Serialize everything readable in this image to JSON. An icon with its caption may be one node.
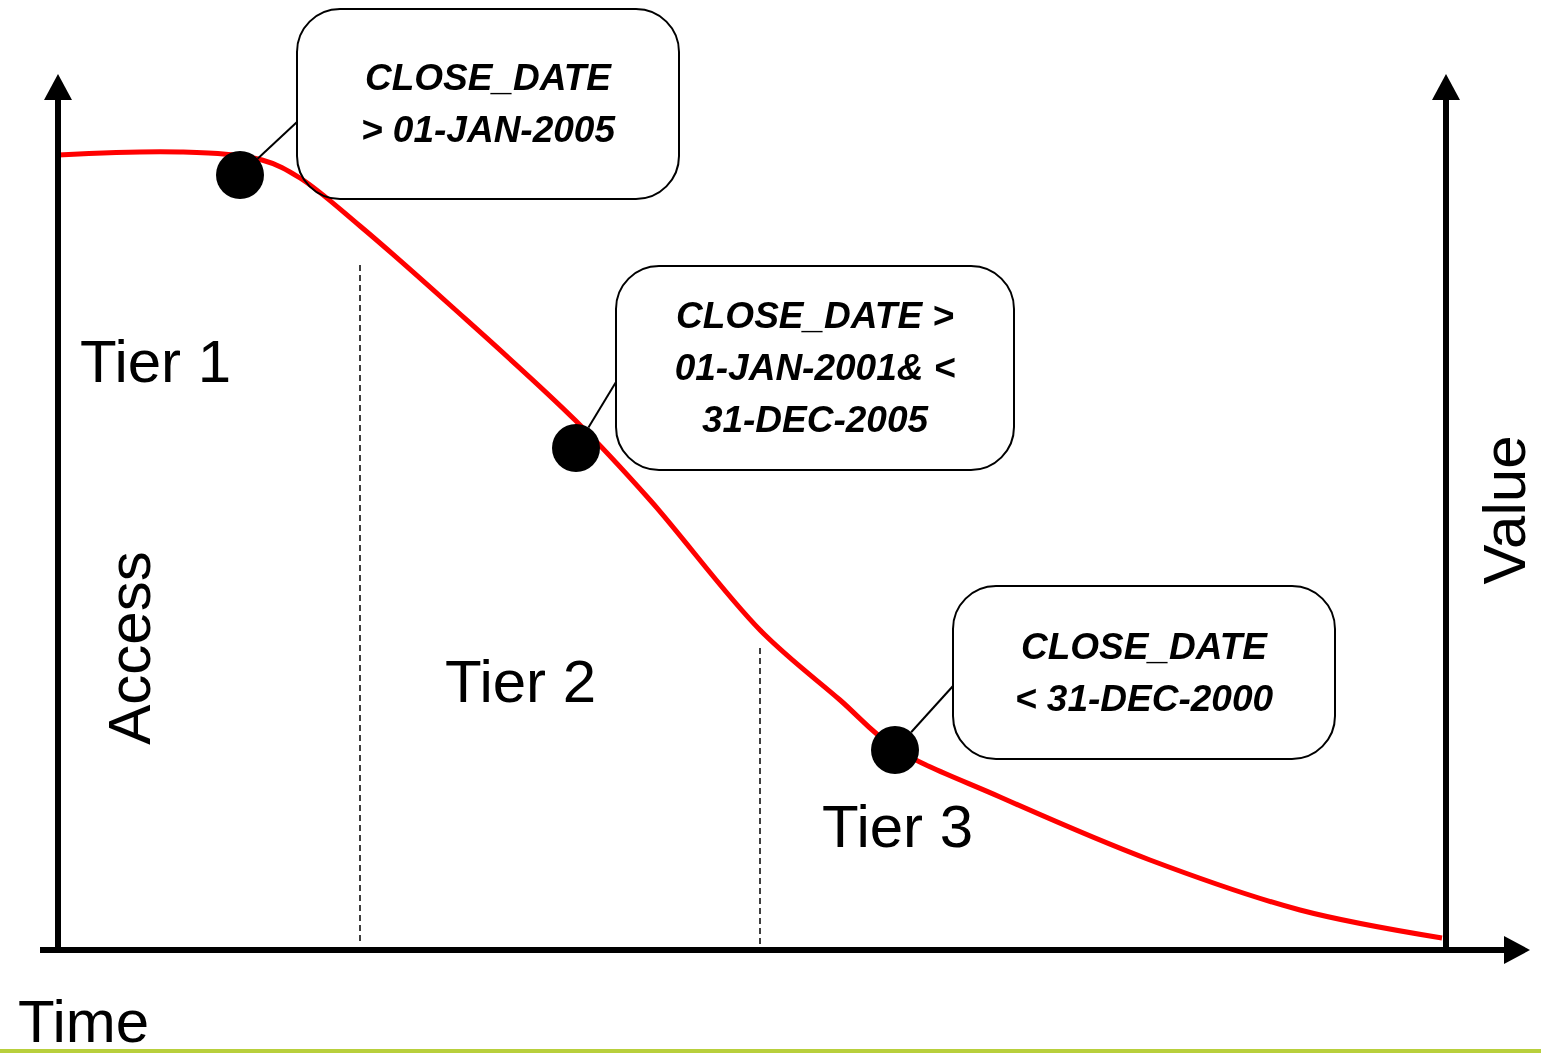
{
  "diagram": {
    "nodes": [
      {
        "text": [
          "CLOSE_DATE > 01-JAN-2005"
        ]
      },
      {
        "text": [],
        "shape": "circle"
      },
      {
        "text": [
          "CLOSE_DATE > 01-JAN-2001& < 31-DEC-2005"
        ]
      },
      {
        "text": [],
        "shape": "circle"
      },
      {
        "text": [
          "CLOSE_DATE < 31-DEC-2000"
        ]
      },
      {
        "text": [],
        "shape": "circle"
      }
    ],
    "edges": [
      {
        "from": 0,
        "to": 1,
        "arrow": "none"
      },
      {
        "from": 2,
        "to": 3,
        "arrow": "none"
      },
      {
        "from": 4,
        "to": 5,
        "arrow": "none"
      }
    ],
    "labels": [
      "Tier 1",
      "Value",
      "Access",
      "Tier 2",
      "Tier 3",
      "Time"
    ]
  }
}
